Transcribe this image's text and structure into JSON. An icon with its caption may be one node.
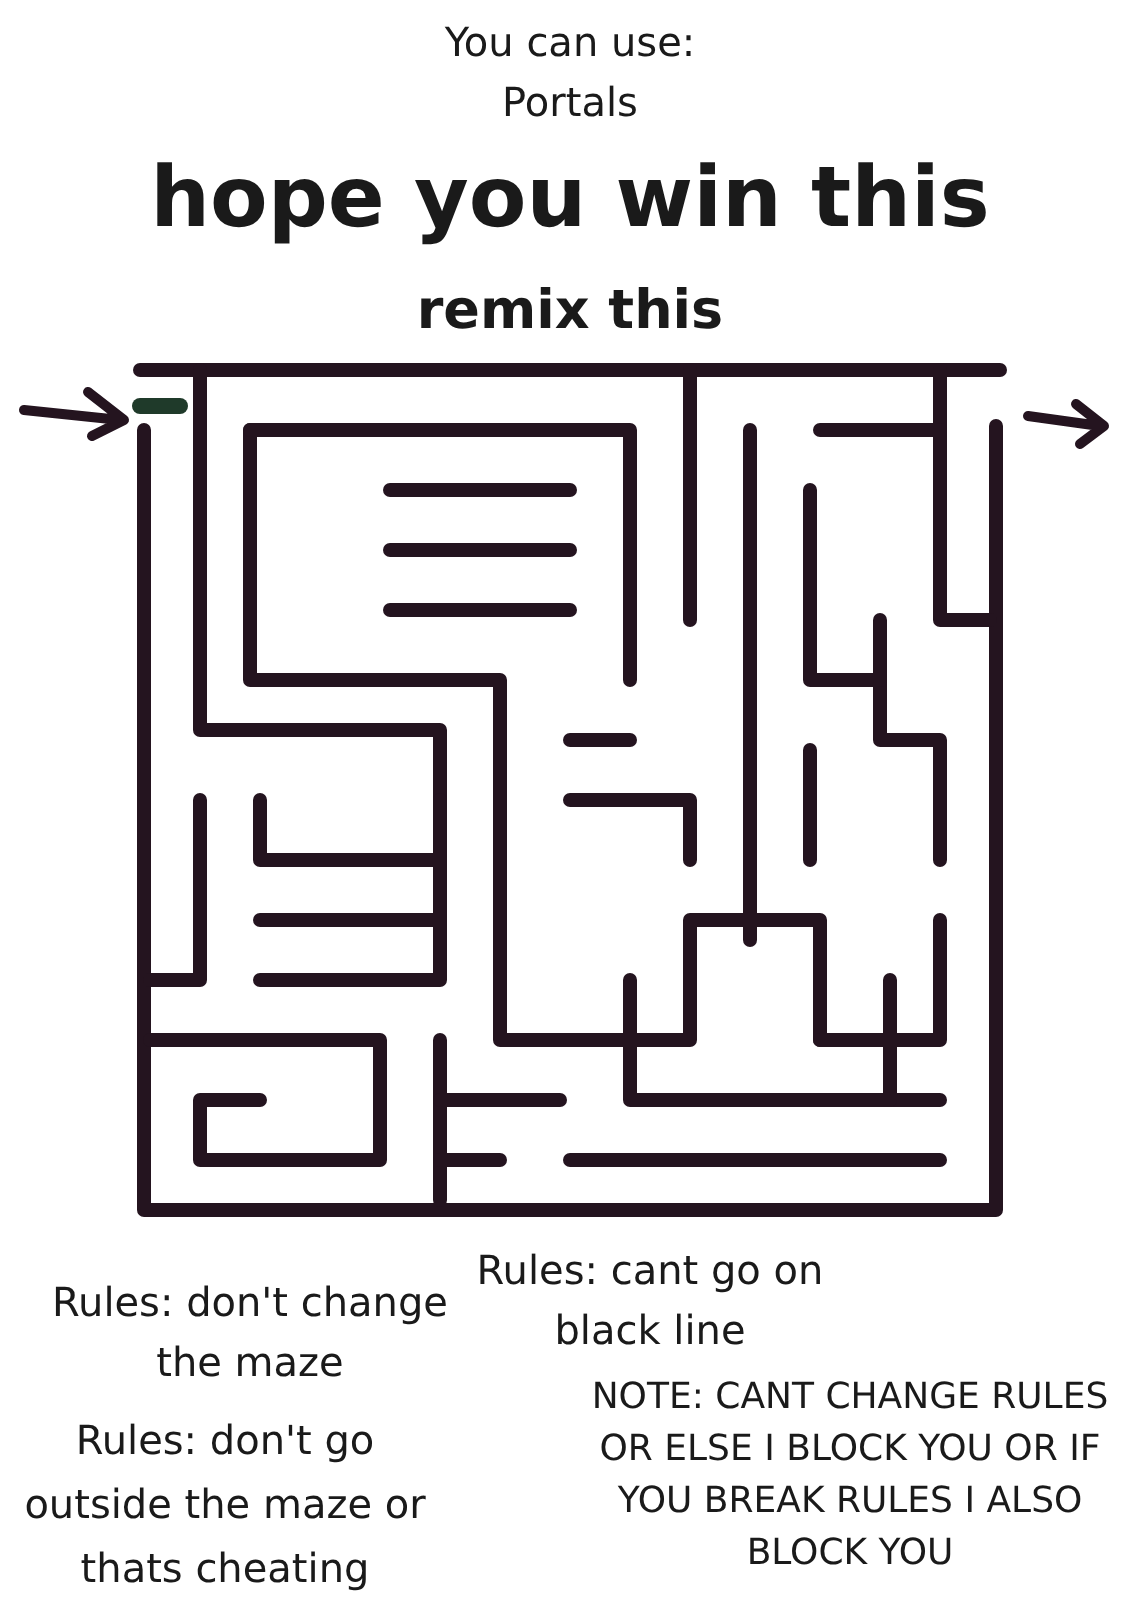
{
  "diagram": {
    "title": "hope you win this",
    "labels": [
      "You can use:",
      "Portals",
      "remix this",
      "Rules: don't change the maze",
      "Rules: cant go on black line",
      "Rules: don't go outside the maze or thats cheating",
      "NOTE: CANT CHANGE RULES OR ELSE I BLOCK YOU OR IF YOU BREAK RULES I ALSO BLOCK YOU"
    ]
  }
}
